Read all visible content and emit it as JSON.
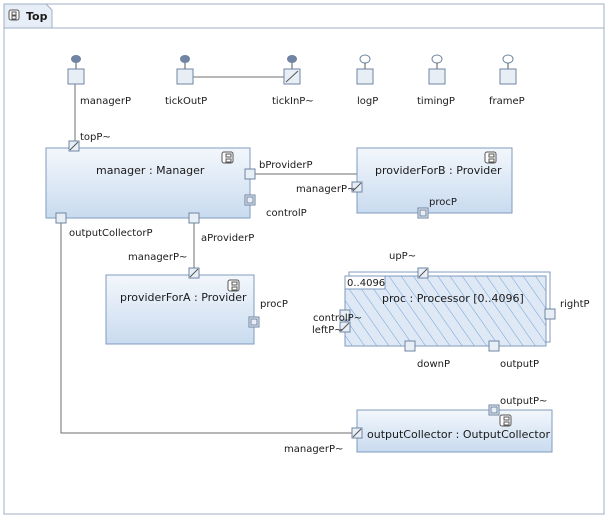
{
  "frame": {
    "title": "Top"
  },
  "top_ports": {
    "managerP": "managerP",
    "tickOutP": "tickOutP",
    "tickInP": "tickInP~",
    "logP": "logP",
    "timingP": "timingP",
    "frameP": "frameP"
  },
  "parts": {
    "manager": {
      "label": "manager : Manager",
      "topP": "topP~",
      "bProviderP": "bProviderP",
      "controlP": "controlP",
      "outputCollectorP": "outputCollectorP",
      "aProviderP": "aProviderP"
    },
    "providerForB": {
      "label": "providerForB : Provider",
      "managerP": "managerP~",
      "procP": "procP"
    },
    "providerForA": {
      "label": "providerForA : Provider",
      "managerP": "managerP~",
      "procP": "procP"
    },
    "proc": {
      "label": "proc : Processor [0..4096]",
      "multiplicity": "0..4096",
      "upP": "upP~",
      "controlP": "controlP~",
      "leftP": "leftP~",
      "rightP": "rightP",
      "downP": "downP",
      "outputP": "outputP"
    },
    "outputCollector": {
      "label": "outputCollector : OutputCollector",
      "outputP": "outputP~",
      "managerP": "managerP~"
    }
  },
  "colors": {
    "part_top": "#f3f7fc",
    "part_bottom": "#c9dbef",
    "border": "#7f9bbf",
    "port": "#e8eef6",
    "hatch": "#6f9fd8",
    "accent_dot": "#6f85a3"
  }
}
